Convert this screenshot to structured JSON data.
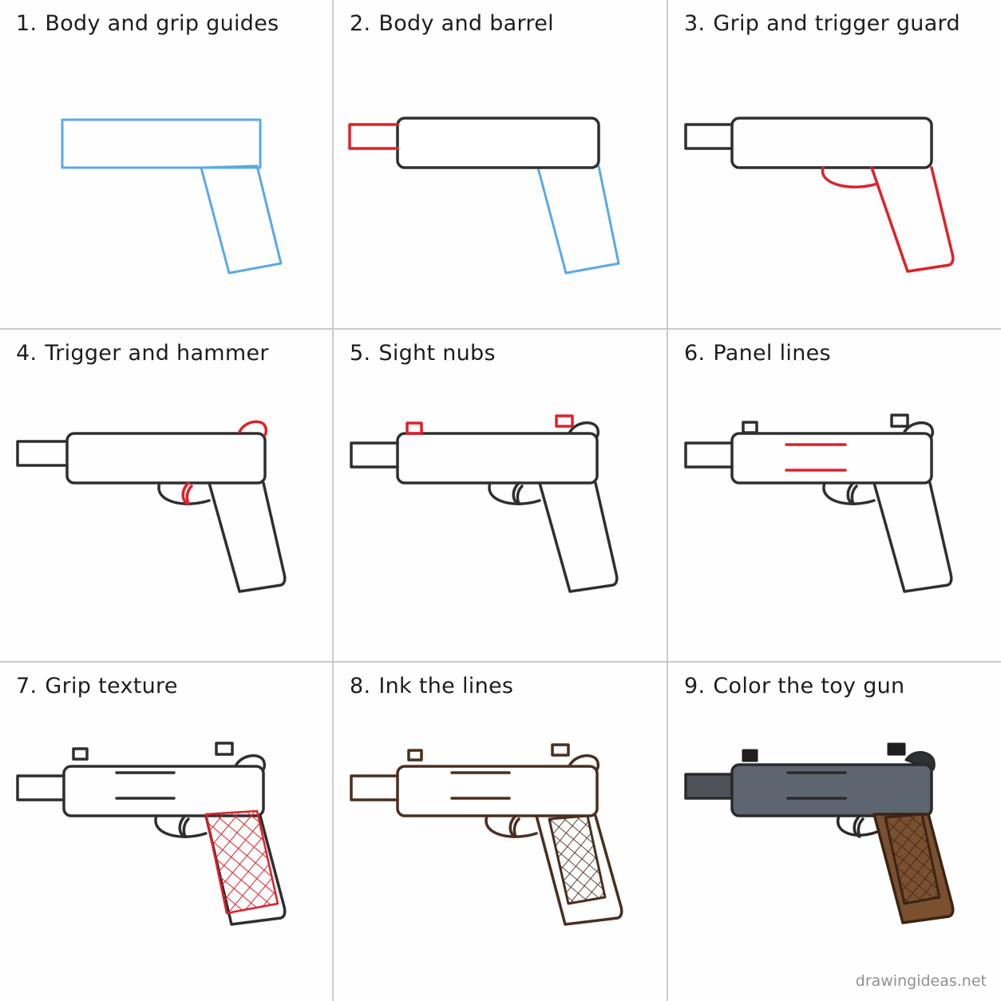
{
  "steps": [
    {
      "number": "1.",
      "title": "Body and grip guides"
    },
    {
      "number": "2.",
      "title": "Body and barrel"
    },
    {
      "number": "3.",
      "title": "Grip and trigger guard"
    },
    {
      "number": "4.",
      "title": "Trigger and hammer"
    },
    {
      "number": "5.",
      "title": "Sight nubs"
    },
    {
      "number": "6.",
      "title": "Panel lines"
    },
    {
      "number": "7.",
      "title": "Grip texture"
    },
    {
      "number": "8.",
      "title": "Ink the lines"
    },
    {
      "number": "9.",
      "title": "Color the toy gun"
    }
  ],
  "watermark": "drawingideas.net",
  "colors": {
    "guide_blue": "#5aa9e6",
    "new_red": "#e0202a",
    "pencil": "#2f2f2f",
    "ink_brown": "#4a2f1f",
    "body_gray": "#55606a",
    "grip_brown": "#7a5030",
    "divider": "#c9cbce"
  }
}
